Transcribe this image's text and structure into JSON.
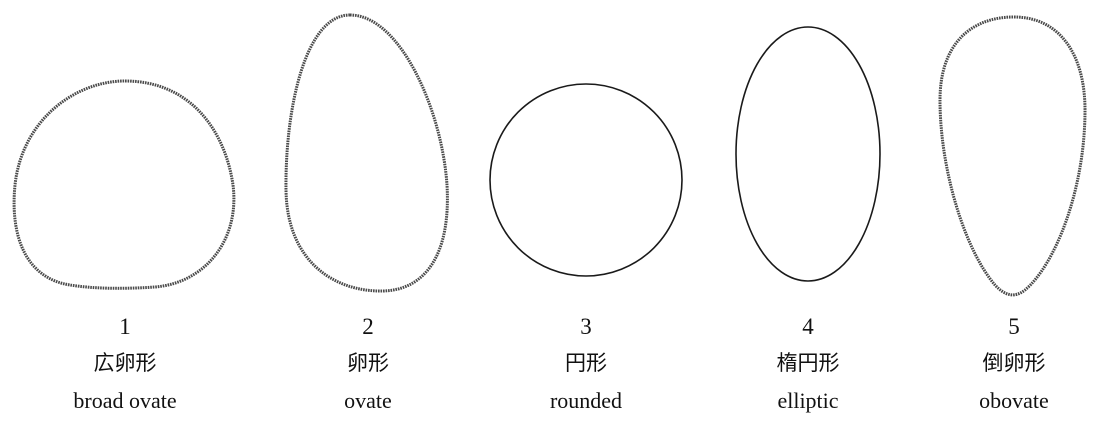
{
  "shapes": [
    {
      "number": "1",
      "name_ja": "広卵形",
      "name_en": "broad ovate"
    },
    {
      "number": "2",
      "name_ja": "卵形",
      "name_en": "ovate"
    },
    {
      "number": "3",
      "name_ja": "円形",
      "name_en": "rounded"
    },
    {
      "number": "4",
      "name_ja": "楕円形",
      "name_en": "elliptic"
    },
    {
      "number": "5",
      "name_ja": "倒卵形",
      "name_en": "obovate"
    }
  ],
  "colors": {
    "outline": "#4a4a4a",
    "text": "#111111",
    "background": "#ffffff"
  }
}
